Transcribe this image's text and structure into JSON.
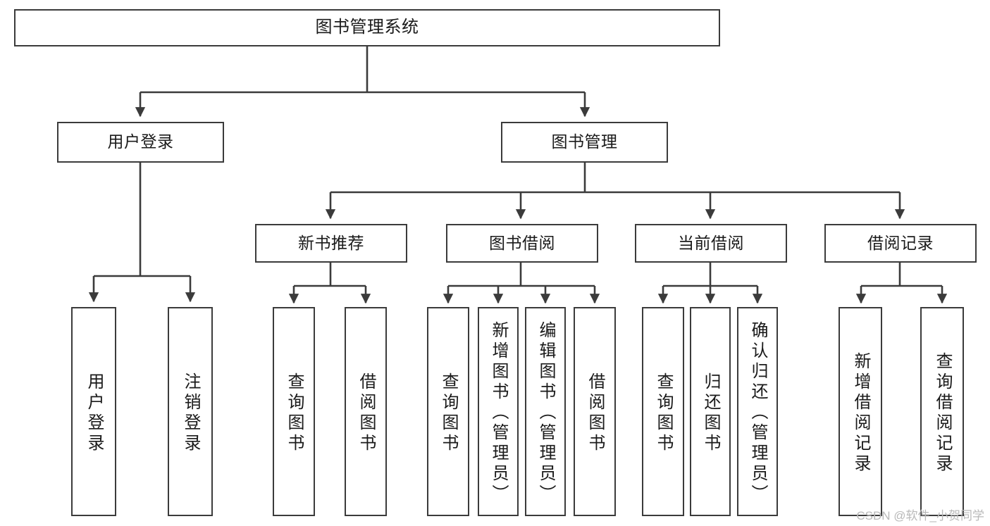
{
  "diagram": {
    "title": "图书管理系统",
    "type": "tree-hierarchy-diagram",
    "colors": {
      "box_border": "#3b3b3b",
      "box_fill": "#ffffff",
      "edge": "#3b3b3b",
      "text": "#1a1a1a",
      "watermark": "#b9b9b9",
      "background": "#ffffff"
    },
    "nodes": {
      "root": {
        "label": "图书管理系统"
      },
      "level2": [
        {
          "id": "user-login",
          "label": "用户登录"
        },
        {
          "id": "book-manage",
          "label": "图书管理"
        }
      ],
      "level3": [
        {
          "id": "new-book-recommend",
          "label": "新书推荐"
        },
        {
          "id": "book-borrow",
          "label": "图书借阅"
        },
        {
          "id": "current-borrow",
          "label": "当前借阅"
        },
        {
          "id": "borrow-record",
          "label": "借阅记录"
        }
      ],
      "leaves": {
        "user-login": [
          {
            "id": "leaf-user-login",
            "label": "用户登录"
          },
          {
            "id": "leaf-user-logout",
            "label": "注销登录"
          }
        ],
        "new-book-recommend": [
          {
            "id": "leaf-query-book-1",
            "label": "查询图书"
          },
          {
            "id": "leaf-borrow-book-1",
            "label": "借阅图书"
          }
        ],
        "book-borrow": [
          {
            "id": "leaf-query-book-2",
            "label": "查询图书"
          },
          {
            "id": "leaf-add-book-admin",
            "label": "新增图书（管理员）"
          },
          {
            "id": "leaf-edit-book-admin",
            "label": "编辑图书（管理员）"
          },
          {
            "id": "leaf-borrow-book-2",
            "label": "借阅图书"
          }
        ],
        "current-borrow": [
          {
            "id": "leaf-query-book-3",
            "label": "查询图书"
          },
          {
            "id": "leaf-return-book",
            "label": "归还图书"
          },
          {
            "id": "leaf-confirm-return-admin",
            "label": "确认归还（管理员）"
          }
        ],
        "borrow-record": [
          {
            "id": "leaf-add-borrow-record",
            "label": "新增借阅记录"
          },
          {
            "id": "leaf-query-borrow-record",
            "label": "查询借阅记录"
          }
        ]
      }
    },
    "watermark": "CSDN @软件_小贺同学"
  }
}
